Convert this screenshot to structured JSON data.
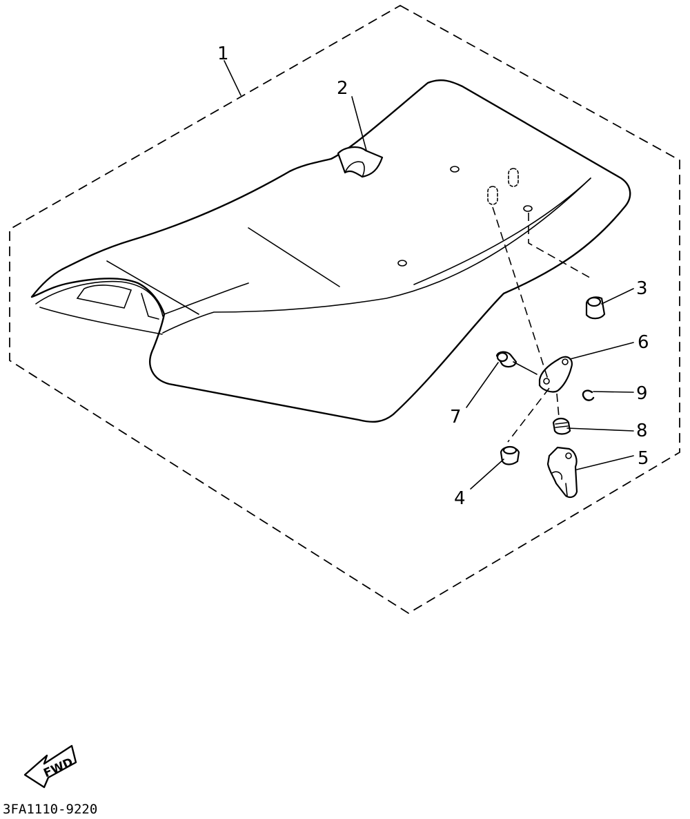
{
  "callouts": [
    {
      "id": "1",
      "label": "1"
    },
    {
      "id": "2",
      "label": "2"
    },
    {
      "id": "3",
      "label": "3"
    },
    {
      "id": "4",
      "label": "4"
    },
    {
      "id": "5",
      "label": "5"
    },
    {
      "id": "6",
      "label": "6"
    },
    {
      "id": "7",
      "label": "7"
    },
    {
      "id": "8",
      "label": "8"
    },
    {
      "id": "9",
      "label": "9"
    }
  ],
  "direction_marker": {
    "label": "FWD"
  },
  "diagram_code": "3FA1110-9220"
}
